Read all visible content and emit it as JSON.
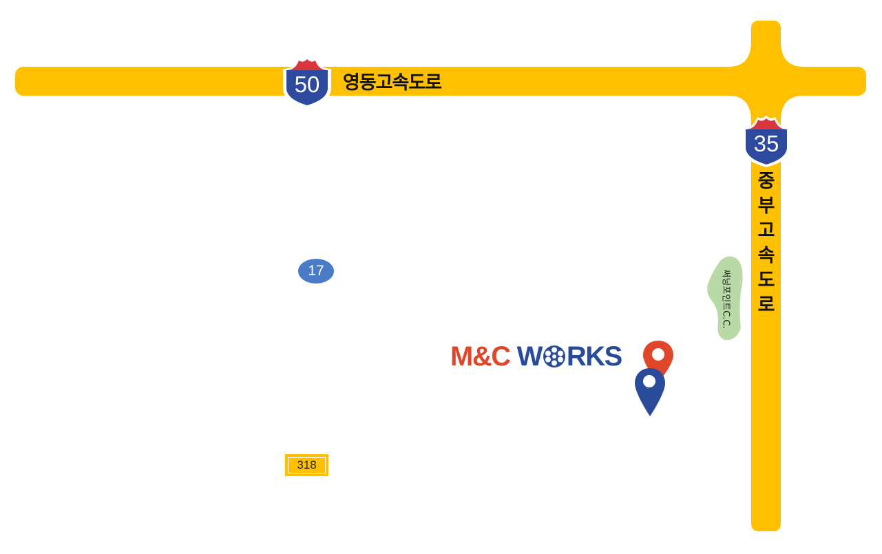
{
  "roads": {
    "yeongdong": {
      "name": "영동고속도로",
      "route_number": "50"
    },
    "jungbu": {
      "name_chars": [
        "중",
        "부",
        "고",
        "속",
        "도",
        "로"
      ],
      "route_number": "35"
    }
  },
  "local_routes": {
    "national_17": {
      "number": "17",
      "shape": "blue-oval"
    },
    "local_318": {
      "number": "318",
      "shape": "yellow-rectangle"
    }
  },
  "golf_course": {
    "name": "써닝포인트C.C."
  },
  "destination": {
    "logo_part1": "M&C",
    "logo_part2_start": "W",
    "logo_part2_end": "RKS"
  },
  "markers": [
    {
      "icon": "map-pin-icon",
      "color": "#e0472a"
    },
    {
      "icon": "map-pin-icon",
      "color": "#2a4a9a"
    }
  ],
  "colors": {
    "road": "#ffc000",
    "shield_top": "#d9363e",
    "shield_bottom": "#2e4a9e",
    "golf_area": "#b9d9a6",
    "logo_red": "#e0472a",
    "logo_blue": "#2a4a9a"
  }
}
